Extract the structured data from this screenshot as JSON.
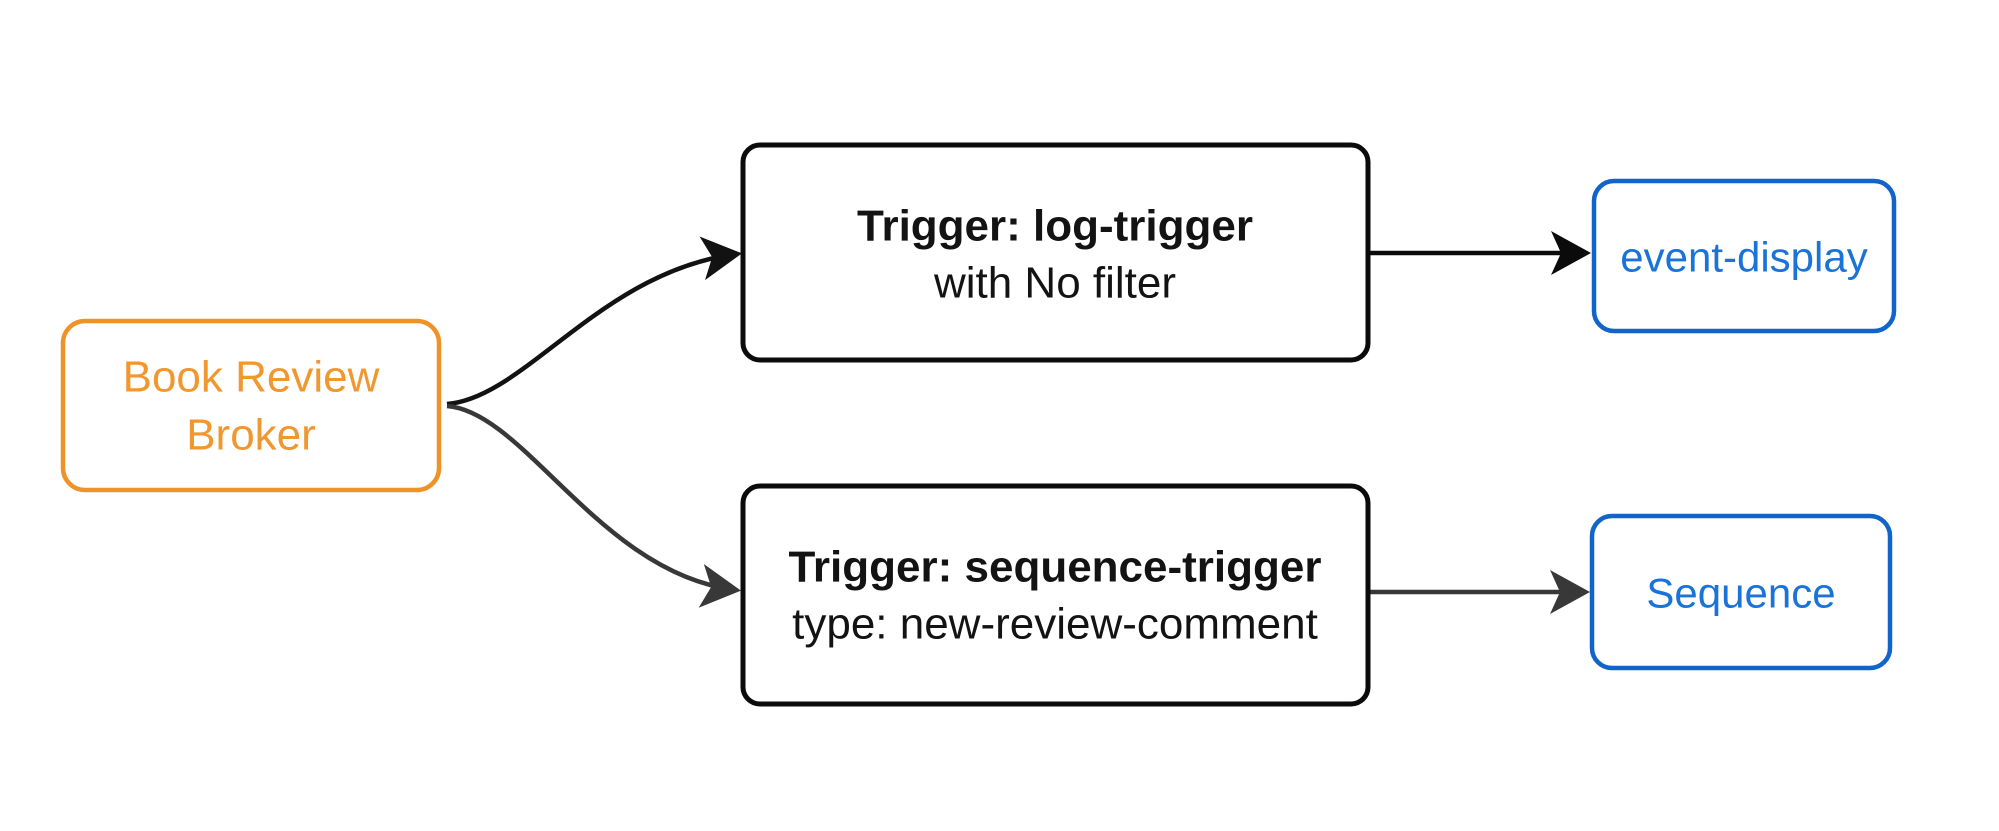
{
  "diagram": {
    "type": "flowchart",
    "background": "#FFFFFF",
    "nodes": {
      "broker": {
        "label_line1": "Book Review",
        "label_line2": "Broker",
        "border_color": "#EF9227",
        "text_color": "#F0982F",
        "fill": "#FFFFFF"
      },
      "log_trigger": {
        "label_line1": "Trigger: log-trigger",
        "label_line2": "with No filter",
        "border_color": "#0B0B0B",
        "text_color": "#131313",
        "fill": "#FFFFFF"
      },
      "sequence_trigger": {
        "label_line1": "Trigger: sequence-trigger",
        "label_line2": "type: new-review-comment",
        "border_color": "#0B0B0B",
        "text_color": "#131313",
        "fill": "#FFFFFF"
      },
      "event_display": {
        "label": "event-display",
        "border_color": "#1164C9",
        "text_color": "#1A73D8",
        "fill": "#FFFFFF"
      },
      "sequence": {
        "label": "Sequence",
        "border_color": "#1164C9",
        "text_color": "#1A73D8",
        "fill": "#FFFFFF"
      }
    },
    "edges": [
      {
        "from": "broker",
        "to": "log_trigger",
        "color": "#121212",
        "style": "curved"
      },
      {
        "from": "broker",
        "to": "sequence_trigger",
        "color": "#383838",
        "style": "curved"
      },
      {
        "from": "log_trigger",
        "to": "event_display",
        "color": "#0B0B0B",
        "style": "straight"
      },
      {
        "from": "sequence_trigger",
        "to": "sequence",
        "color": "#383838",
        "style": "straight"
      }
    ]
  }
}
